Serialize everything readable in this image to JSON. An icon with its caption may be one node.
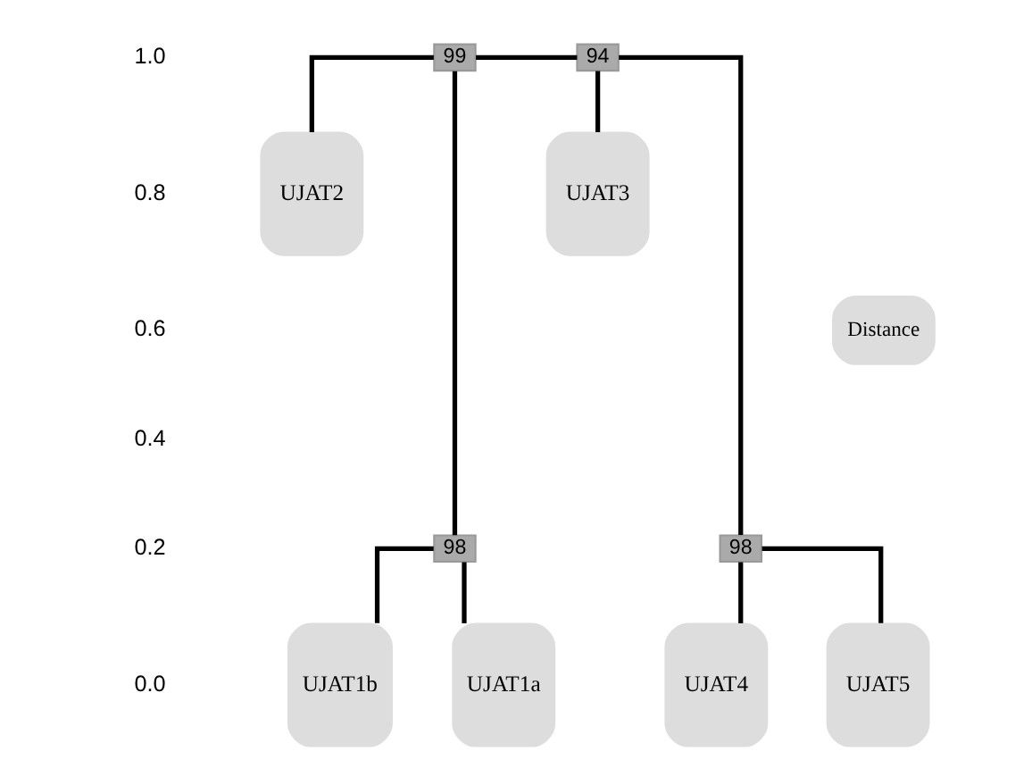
{
  "diagram": {
    "nodes": [
      {
        "text": [
          "99"
        ]
      },
      {
        "text": [
          "94"
        ]
      },
      {
        "text": [
          "UJAT2"
        ]
      },
      {
        "text": [
          "UJAT3"
        ]
      },
      {
        "text": [
          "98"
        ]
      },
      {
        "text": [
          "98"
        ]
      },
      {
        "text": [
          "UJAT1b"
        ]
      },
      {
        "text": [
          "UJAT1a"
        ]
      },
      {
        "text": [
          "UJAT4"
        ]
      },
      {
        "text": [
          "UJAT5"
        ]
      },
      {
        "text": [
          "Distance"
        ]
      }
    ],
    "edges": [
      {
        "from": 0,
        "to": 1,
        "arrow": "none"
      },
      {
        "from": 0,
        "to": 2,
        "arrow": "none"
      },
      {
        "from": 0,
        "to": 4,
        "arrow": "none"
      },
      {
        "from": 1,
        "to": 3,
        "arrow": "none"
      },
      {
        "from": 1,
        "to": 5,
        "arrow": "none"
      },
      {
        "from": 4,
        "to": 6,
        "arrow": "none"
      },
      {
        "from": 4,
        "to": 7,
        "arrow": "none"
      },
      {
        "from": 5,
        "to": 8,
        "arrow": "none"
      },
      {
        "from": 5,
        "to": 9,
        "arrow": "none"
      }
    ],
    "labels": [
      "1.0",
      "0.8",
      "0.6",
      "0.4",
      "0.2",
      "0.0"
    ]
  }
}
